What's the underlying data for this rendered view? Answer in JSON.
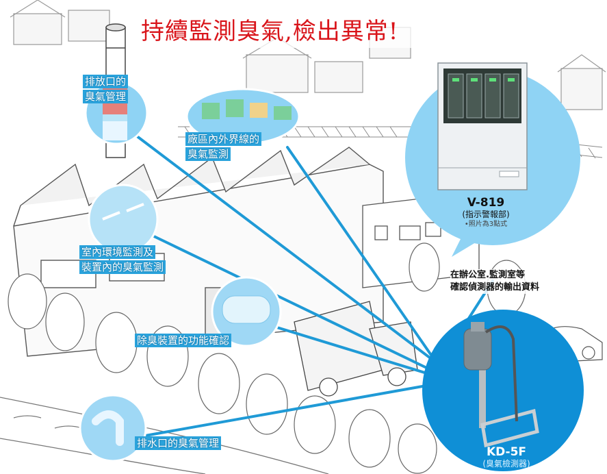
{
  "title": "持續監測臭氣,檢出異常!",
  "labels": {
    "exhaust": [
      "排放口的",
      "臭氣管理"
    ],
    "perimeter": [
      "廠區內外界線的",
      "臭氣監測"
    ],
    "indoor": [
      "室內環境監測及",
      "裝置內的臭氣監測"
    ],
    "deodorizer": "除臭裝置的功能確認",
    "drain": "排水口的臭氣管理"
  },
  "indicator": {
    "model": "V-819",
    "subtitle": "(指示警報部)",
    "note": "•照片為3點式"
  },
  "office_note": [
    "在辦公室.監測室等",
    "確認偵測器的輸出資料"
  ],
  "detector": {
    "model": "KD-5F",
    "subtitle": "(臭氣檢測器)"
  },
  "colors": {
    "title": "#d9141a",
    "accent": "#2aa3dc",
    "bubble": "#8fd3f4",
    "detector_bg": "#0f8fd6"
  }
}
